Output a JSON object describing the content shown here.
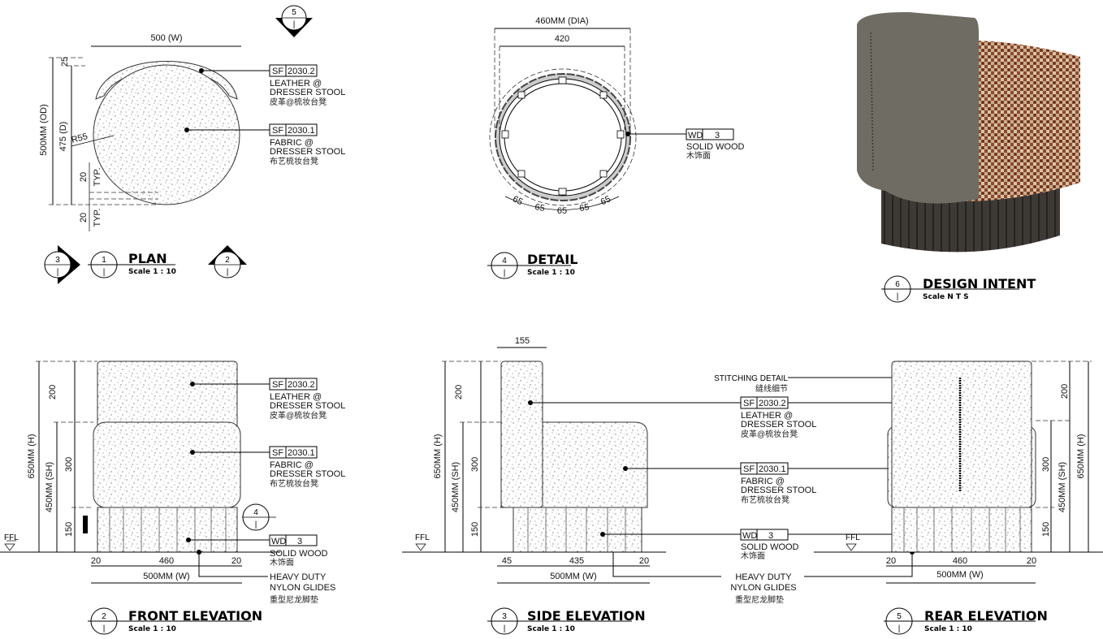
{
  "tags": {
    "leather": {
      "code": "SF",
      "num": "2030.2",
      "line1": "LEATHER @",
      "line2": "DRESSER STOOL",
      "cn": "皮革@梳妆台凳"
    },
    "fabric": {
      "code": "SF",
      "num": "2030.1",
      "line1": "FABRIC @",
      "line2": "DRESSER STOOL",
      "cn": "布艺梳妆台凳"
    },
    "wood": {
      "code": "WD",
      "num": "3",
      "line1": "SOLID WOOD",
      "cn": "木饰面"
    },
    "glides": {
      "line1": "HEAVY DUTY",
      "line2": "NYLON GLIDES",
      "cn": "重型尼龙脚垫"
    },
    "stitch": {
      "line1": "STITCHING DETAIL",
      "cn": "缝线细节"
    }
  },
  "plan": {
    "title": "PLAN",
    "scale": "Scale 1 : 10",
    "num": "1",
    "sheet": "|",
    "dim_w": "500 (W)",
    "dim_od": "500MM (OD)",
    "dim_d": "475 (D)",
    "dim_25": "25",
    "dim_r": "R55",
    "dim_20": "20",
    "typ": "TYP.",
    "markers": [
      {
        "num": "5",
        "sheet": "|"
      },
      {
        "num": "3",
        "sheet": "|"
      },
      {
        "num": "2",
        "sheet": "|"
      }
    ]
  },
  "detail": {
    "title": "DETAIL",
    "scale": "Scale 1 : 10",
    "num": "4",
    "sheet": "|",
    "dim_dia": "460MM (DIA)",
    "dim_inner": "420",
    "seg": "65"
  },
  "intent": {
    "title": "DESIGN INTENT",
    "scale": "Scale N T S",
    "num": "6",
    "sheet": "|"
  },
  "front": {
    "title": "FRONT ELEVATION",
    "scale": "Scale 1 : 10",
    "num": "2",
    "sheet": "|",
    "ffl": "FFL",
    "h": "650MM (H)",
    "sh": "450MM (SH)",
    "d200": "200",
    "d300": "300",
    "d150": "150",
    "d20": "20",
    "d460": "460",
    "w": "500MM (W)",
    "callout_num": "4",
    "callout_sheet": "|"
  },
  "side": {
    "title": "SIDE ELEVATION",
    "scale": "Scale 1 : 10",
    "num": "3",
    "sheet": "|",
    "ffl": "FFL",
    "h": "650MM (H)",
    "sh": "450MM (SH)",
    "d200": "200",
    "d300": "300",
    "d150": "150",
    "d155": "155",
    "d45": "45",
    "d435": "435",
    "d20": "20",
    "w": "500MM (W)"
  },
  "rear": {
    "title": "REAR ELEVATION",
    "scale": "Scale 1 : 10",
    "num": "5",
    "sheet": "|",
    "ffl": "FFL",
    "h": "650MM (H)",
    "sh": "450MM (SH)",
    "d200": "200",
    "d300": "300",
    "d150": "150",
    "d20": "20",
    "d460": "460",
    "w": "500MM (W)"
  }
}
